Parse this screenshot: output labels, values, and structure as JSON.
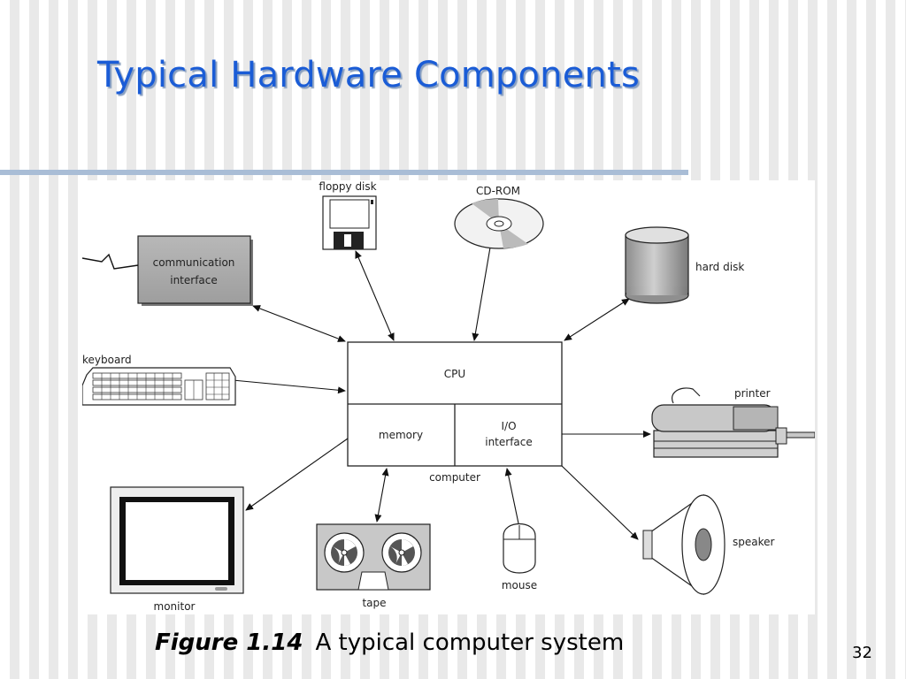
{
  "slide": {
    "title": "Typical Hardware Components",
    "page_number": "32"
  },
  "figure": {
    "number": "Figure 1.14",
    "caption": "A typical computer system"
  },
  "diagram": {
    "computer_label": "computer",
    "cpu_label": "CPU",
    "memory_label": "memory",
    "io_label_line1": "I/O",
    "io_label_line2": "interface",
    "devices": {
      "floppy_disk": "floppy disk",
      "cd_rom": "CD-ROM",
      "hard_disk": "hard disk",
      "communication_line1": "communication",
      "communication_line2": "interface",
      "keyboard": "keyboard",
      "printer": "printer",
      "monitor": "monitor",
      "tape": "tape",
      "mouse": "mouse",
      "speaker": "speaker"
    }
  }
}
